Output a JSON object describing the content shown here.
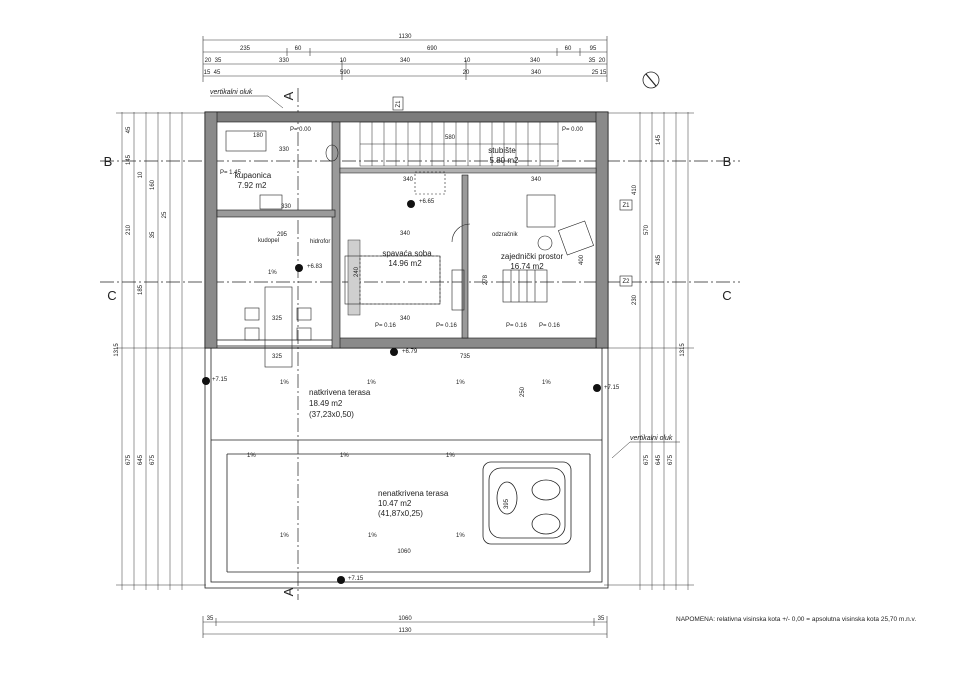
{
  "top_dims": {
    "overall": "1130",
    "row1": [
      "235",
      "60",
      "690",
      "60",
      "95"
    ],
    "row2": [
      "20",
      "35",
      "330",
      "10",
      "340",
      "10",
      "340",
      "35",
      "20"
    ],
    "row3": [
      "15",
      "45",
      "590",
      "20",
      "340",
      "25",
      "15"
    ]
  },
  "bottom_dims": {
    "row1": [
      "35",
      "1060",
      "35"
    ],
    "overall": "1130"
  },
  "left_dims": [
    "45",
    "145",
    "10",
    "160",
    "25",
    "210",
    "35",
    "185",
    "1315",
    "675",
    "645",
    "675"
  ],
  "right_dims": [
    "145",
    "410",
    "570",
    "435",
    "230",
    "1315",
    "675",
    "645",
    "675"
  ],
  "sections": {
    "a": "A",
    "b": "B",
    "c": "C",
    "z1": "Z1",
    "z2": "Z2"
  },
  "labels": {
    "vertikalni_oluk_top": "vertikalni oluk",
    "vertikalni_oluk_right": "vertikalni oluk",
    "odzracnik": "odzračnik",
    "kudopel": "kudopel",
    "hidrofor": "hidrofor"
  },
  "rooms": {
    "kupaonica": {
      "name": "kupaonica",
      "area": "7.92 m2"
    },
    "stubiste": {
      "name": "stubište",
      "area": "5.80 m2"
    },
    "spavaca": {
      "name": "spavaća soba",
      "area": "14.96 m2"
    },
    "zajednicki": {
      "name": "zajednički prostor",
      "area": "16.74 m2"
    },
    "natkrivena": {
      "name": "natkrivena terasa",
      "area": "18.49 m2",
      "calc": "(37,23x0,50)"
    },
    "nenatkrivena": {
      "name": "nenatkrivena terasa",
      "area": "10.47 m2",
      "calc": "(41,87x0,25)"
    }
  },
  "levels": {
    "l1": "+6.65",
    "l2": "+6.83",
    "l3": "+6.79",
    "l4": "+7.15",
    "l5": "+7.15",
    "l6": "+7.15",
    "p0": "P= 0.00",
    "p1": "P= 0.00",
    "p145": "P= 1.45",
    "p016a": "P= 0.16",
    "p016b": "P= 0.16",
    "p016c": "P= 0.16",
    "p016d": "P= 0.16"
  },
  "slopes": [
    "1%",
    "1%",
    "1%",
    "1%",
    "1%",
    "1%",
    "1%",
    "1%",
    "1%",
    "1%",
    "1%"
  ],
  "interior_dims": {
    "d180": "180",
    "d330a": "330",
    "d330b": "330",
    "d340a": "340",
    "d340b": "340",
    "d340c": "340",
    "d340d": "340",
    "d580": "580",
    "d295": "295",
    "d325a": "325",
    "d325b": "325",
    "d735": "735",
    "d250": "250",
    "d1060": "1060",
    "d395": "395",
    "d240": "240",
    "d278": "278",
    "d400": "400"
  },
  "note": "NAPOMENA: relativna visinska kota  +/- 0,00 = apsolutna visinska kota 25,70 m.n.v."
}
